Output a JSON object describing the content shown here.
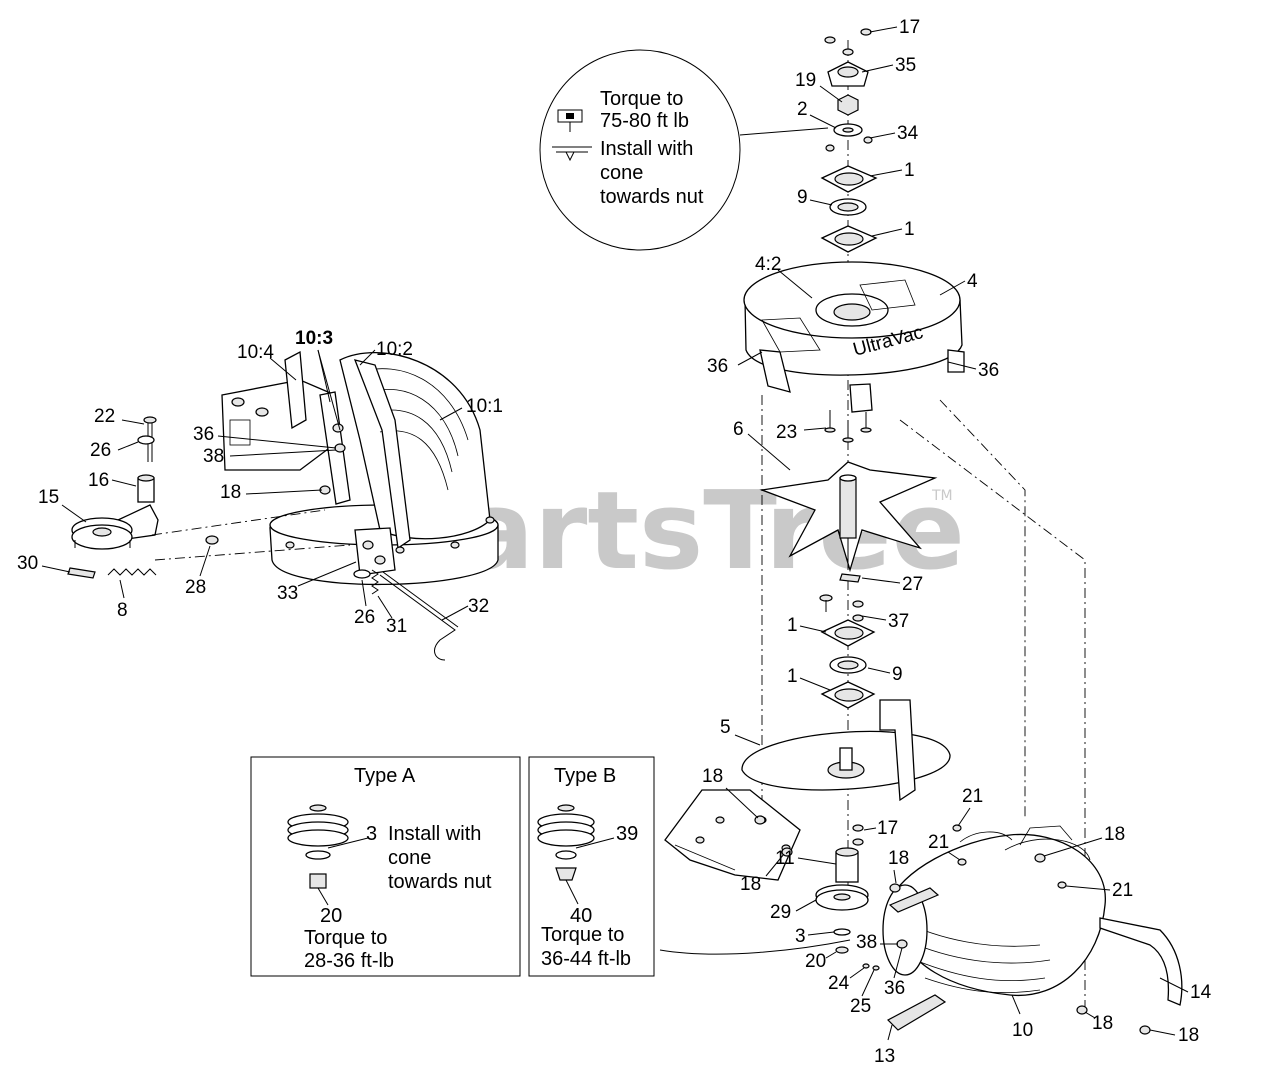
{
  "watermark": {
    "text": "PartsTree",
    "tm": "TM"
  },
  "detail_bubble": {
    "line1": "Torque to",
    "line2": "75-80 ft lb",
    "line3": "Install with",
    "line4": "cone",
    "line5": "towards nut"
  },
  "type_a": {
    "title": "Type A",
    "part_top": "3",
    "note1": "Install with",
    "note2": "cone",
    "note3": "towards nut",
    "part_bottom": "20",
    "torque1": "Torque to",
    "torque2": "28-36 ft-lb"
  },
  "type_b": {
    "title": "Type B",
    "part_top": "39",
    "part_bottom": "40",
    "torque1": "Torque to",
    "torque2": "36-44 ft-lb"
  },
  "decal_text": "UltraVac",
  "callouts": [
    {
      "id": "c17a",
      "text": "17"
    },
    {
      "id": "c35",
      "text": "35"
    },
    {
      "id": "c19",
      "text": "19"
    },
    {
      "id": "c2",
      "text": "2"
    },
    {
      "id": "c34",
      "text": "34"
    },
    {
      "id": "c1a",
      "text": "1"
    },
    {
      "id": "c9a",
      "text": "9"
    },
    {
      "id": "c1b",
      "text": "1"
    },
    {
      "id": "c42",
      "text": "4:2"
    },
    {
      "id": "c4",
      "text": "4"
    },
    {
      "id": "c36a",
      "text": "36"
    },
    {
      "id": "c36b",
      "text": "36"
    },
    {
      "id": "c23",
      "text": "23"
    },
    {
      "id": "c6",
      "text": "6"
    },
    {
      "id": "c27",
      "text": "27"
    },
    {
      "id": "c1c",
      "text": "1"
    },
    {
      "id": "c37",
      "text": "37"
    },
    {
      "id": "c9b",
      "text": "9"
    },
    {
      "id": "c1d",
      "text": "1"
    },
    {
      "id": "c5",
      "text": "5"
    },
    {
      "id": "c18a",
      "text": "18"
    },
    {
      "id": "c17b",
      "text": "17"
    },
    {
      "id": "c11",
      "text": "11"
    },
    {
      "id": "c18b",
      "text": "18"
    },
    {
      "id": "c18c",
      "text": "18"
    },
    {
      "id": "c29",
      "text": "29"
    },
    {
      "id": "c3",
      "text": "3"
    },
    {
      "id": "c38a",
      "text": "38"
    },
    {
      "id": "c20",
      "text": "20"
    },
    {
      "id": "c24",
      "text": "24"
    },
    {
      "id": "c25",
      "text": "25"
    },
    {
      "id": "c36c",
      "text": "36"
    },
    {
      "id": "c13",
      "text": "13"
    },
    {
      "id": "c10",
      "text": "10"
    },
    {
      "id": "c18d",
      "text": "18"
    },
    {
      "id": "c14",
      "text": "14"
    },
    {
      "id": "c18e",
      "text": "18"
    },
    {
      "id": "c21a",
      "text": "21"
    },
    {
      "id": "c21b",
      "text": "21"
    },
    {
      "id": "c18f",
      "text": "18"
    },
    {
      "id": "c21c",
      "text": "21"
    },
    {
      "id": "c103",
      "text": "10:3"
    },
    {
      "id": "c104",
      "text": "10:4"
    },
    {
      "id": "c102",
      "text": "10:2"
    },
    {
      "id": "c101",
      "text": "10:1"
    },
    {
      "id": "c22",
      "text": "22"
    },
    {
      "id": "c36d",
      "text": "36"
    },
    {
      "id": "c38b",
      "text": "38"
    },
    {
      "id": "c26a",
      "text": "26"
    },
    {
      "id": "c16",
      "text": "16"
    },
    {
      "id": "c18g",
      "text": "18"
    },
    {
      "id": "c15",
      "text": "15"
    },
    {
      "id": "c30",
      "text": "30"
    },
    {
      "id": "c8",
      "text": "8"
    },
    {
      "id": "c28",
      "text": "28"
    },
    {
      "id": "c33",
      "text": "33"
    },
    {
      "id": "c26b",
      "text": "26"
    },
    {
      "id": "c31",
      "text": "31"
    },
    {
      "id": "c32",
      "text": "32"
    }
  ]
}
